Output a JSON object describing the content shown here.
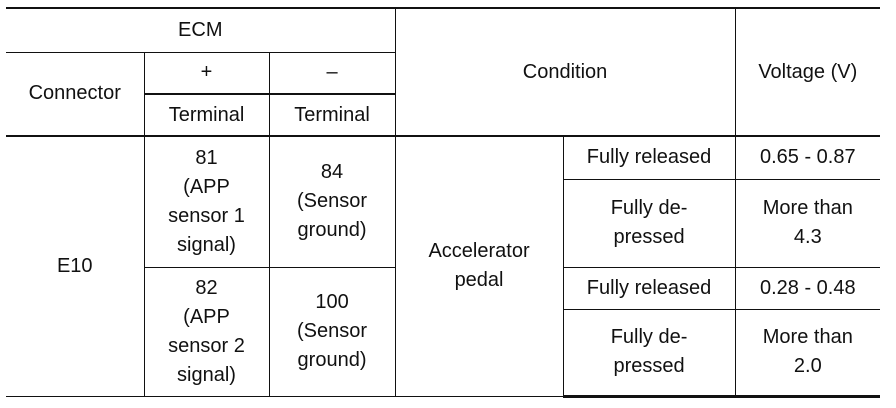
{
  "header": {
    "ecm": "ECM",
    "connector": "Connector",
    "plus": "+",
    "minus": "–",
    "terminal_plus": "Terminal",
    "terminal_minus": "Terminal",
    "condition": "Condition",
    "voltage": "Voltage (V)"
  },
  "body": {
    "connector": "E10",
    "condition_group": "Accelerator\npedal",
    "rows": [
      {
        "terminal_plus": "81\n(APP\nsensor 1\nsignal)",
        "terminal_minus": "84\n(Sensor\nground)",
        "states": [
          {
            "condition": "Fully released",
            "voltage": "0.65 - 0.87"
          },
          {
            "condition": "Fully de-\npressed",
            "voltage": "More than\n4.3"
          }
        ]
      },
      {
        "terminal_plus": "82\n(APP\nsensor 2\nsignal)",
        "terminal_minus": "100\n(Sensor\nground)",
        "states": [
          {
            "condition": "Fully released",
            "voltage": "0.28 - 0.48"
          },
          {
            "condition": "Fully de-\npressed",
            "voltage": "More than\n2.0"
          }
        ]
      }
    ]
  }
}
